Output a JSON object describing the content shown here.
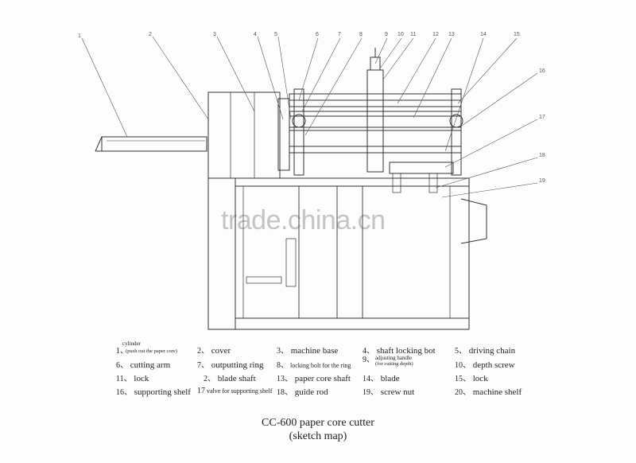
{
  "callouts": [
    "1",
    "2",
    "3",
    "4",
    "5",
    "6",
    "7",
    "8",
    "9",
    "10",
    "11",
    "12",
    "13",
    "14",
    "15",
    "16",
    "17",
    "18",
    "19"
  ],
  "watermark": "trade.china.cn",
  "legend": [
    {
      "num": "1、",
      "label_top": "cylinder",
      "label_sub": "(push out the paper core)"
    },
    {
      "num": "2、",
      "label": "cover"
    },
    {
      "num": "3、",
      "label": "machine base"
    },
    {
      "num": "4、",
      "label": "shaft locking bot"
    },
    {
      "num": "5、",
      "label": "driving chain"
    },
    {
      "num": "6、",
      "label": "cutting arm"
    },
    {
      "num": "7、",
      "label": "outputting ring"
    },
    {
      "num": "8、",
      "label": "locking bolt for the ring"
    },
    {
      "num": "9、",
      "label_top": "adjusting handle",
      "label_sub": "(for cutting depth)"
    },
    {
      "num": "10、",
      "label": "depth screw"
    },
    {
      "num": "11、",
      "label": "lock"
    },
    {
      "num": "2、",
      "label": "blade shaft"
    },
    {
      "num": "13、",
      "label": "paper core shaft"
    },
    {
      "num": "14、",
      "label": "blade"
    },
    {
      "num": "15、",
      "label": "lock"
    },
    {
      "num": "16、",
      "label": "supporting shelf"
    },
    {
      "num": "17",
      "label": "valve for supporting shelf"
    },
    {
      "num": "18、",
      "label": "guide rod"
    },
    {
      "num": "19、",
      "label": "screw nut"
    },
    {
      "num": "20、",
      "label": "machine shelf"
    }
  ],
  "title": "CC-600 paper core cutter",
  "subtitle": "(sketch map)"
}
